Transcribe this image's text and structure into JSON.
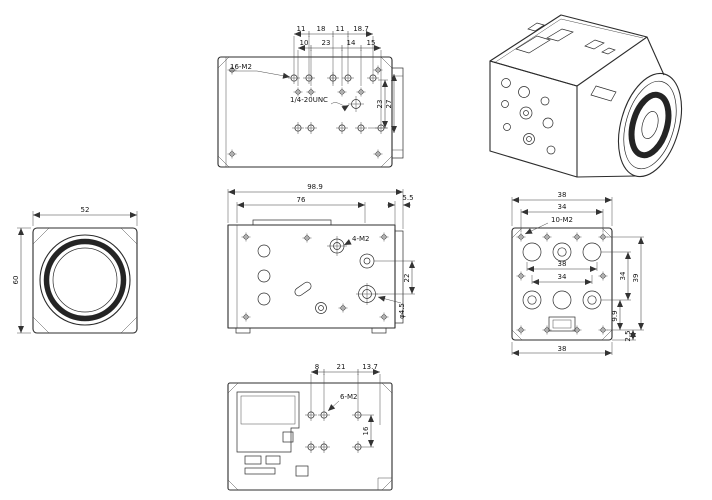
{
  "drawing": {
    "background": "#ffffff",
    "line_color": "#2c2c2c",
    "front": {
      "dim_width": "52",
      "dim_height": "60"
    },
    "top": {
      "row1": [
        "11",
        "18",
        "11",
        "18.7"
      ],
      "row2": [
        "10",
        "23",
        "14",
        "15"
      ],
      "label_16m2": "16-M2",
      "label_unc": "1/4-20UNC",
      "dim_23": "23",
      "dim_27": "27"
    },
    "side": {
      "dim_overall": "98.9",
      "dim_76": "76",
      "dim_55": "5.5",
      "label_4m2": "4-M2",
      "dim_22": "22",
      "dim_dia": "φ4.5"
    },
    "rear": {
      "dim_top_outer": "38",
      "dim_top_inner": "34",
      "label_10m2": "10-M2",
      "dim_mid_38": "38",
      "dim_mid_34": "34",
      "dim_bottom": "38",
      "dim_right_inner": "34",
      "dim_right_outer": "39",
      "dim_99": "9.9",
      "dim_25": "2.5"
    },
    "bottom": {
      "dim_8": "8",
      "dim_21": "21",
      "dim_137": "13.7",
      "label_6m2": "6-M2",
      "dim_16": "16"
    }
  }
}
